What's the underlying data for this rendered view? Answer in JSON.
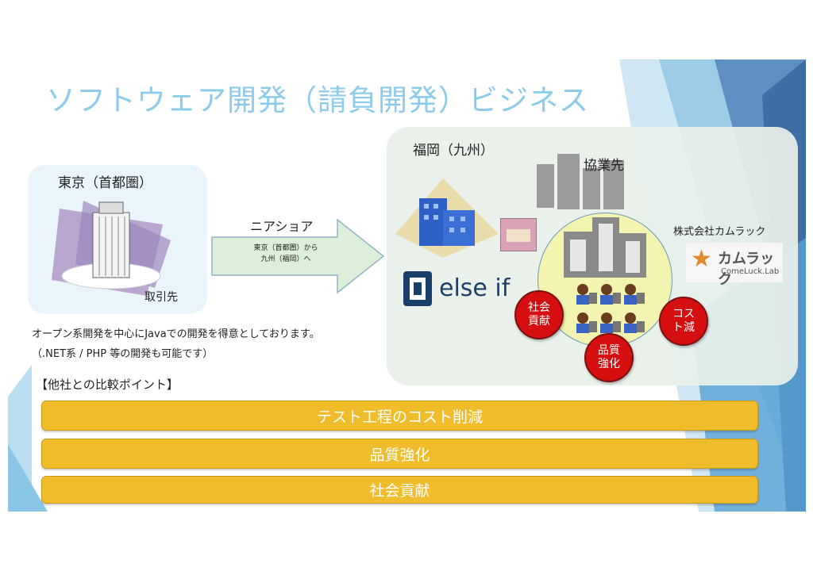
{
  "title": "ソフトウェア開発（請負開発）ビジネス",
  "tokyo": {
    "label": "東京（首都圏）",
    "client": "取引先"
  },
  "arrow": {
    "title": "ニアショア",
    "line1": "東京（首都圏）から",
    "line2": "九州（福岡）へ"
  },
  "fukuoka": {
    "label": "福岡（九州）",
    "partner": "協業先",
    "company_logo": "else if",
    "company_name": "株式会社カムラック",
    "logo_main": "カムラック",
    "logo_sub": "ComeLuck.Lab"
  },
  "badges": [
    "社会貢献",
    "品質強化",
    "コスト減"
  ],
  "desc": {
    "line1": "オープン系開発を中心にJavaでの開発を得意としております。",
    "line2": "（.NET系 / PHP 等の開発も可能です）"
  },
  "points": {
    "heading": "【他社との比較ポイント】",
    "items": [
      "テスト工程のコスト削減",
      "品質強化",
      "社会貢献"
    ]
  },
  "colors": {
    "title": "#8ccbea",
    "bar": "#efbc2c",
    "badge": "#d50f0f"
  }
}
